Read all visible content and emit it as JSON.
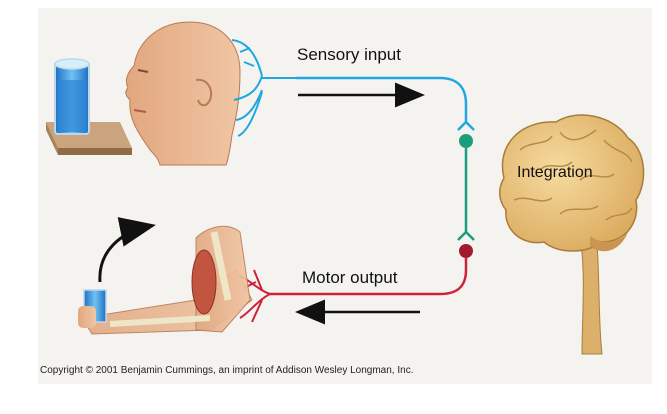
{
  "labels": {
    "sensory_input": "Sensory input",
    "motor_output": "Motor output",
    "integration": "Integration"
  },
  "copyright": "Copyright © 2001 Benjamin Cummings, an imprint of Addison Wesley Longman, Inc.",
  "colors": {
    "sensory_path": "#1fa8e0",
    "connector_path": "#1a9e7e",
    "motor_path": "#d0203a",
    "sensory_synapse_dot": "#1a9e7e",
    "motor_synapse_dot": "#a21a2e",
    "skin": "#e9b893",
    "brain": "#e8c27a",
    "arrow": "#111111"
  }
}
